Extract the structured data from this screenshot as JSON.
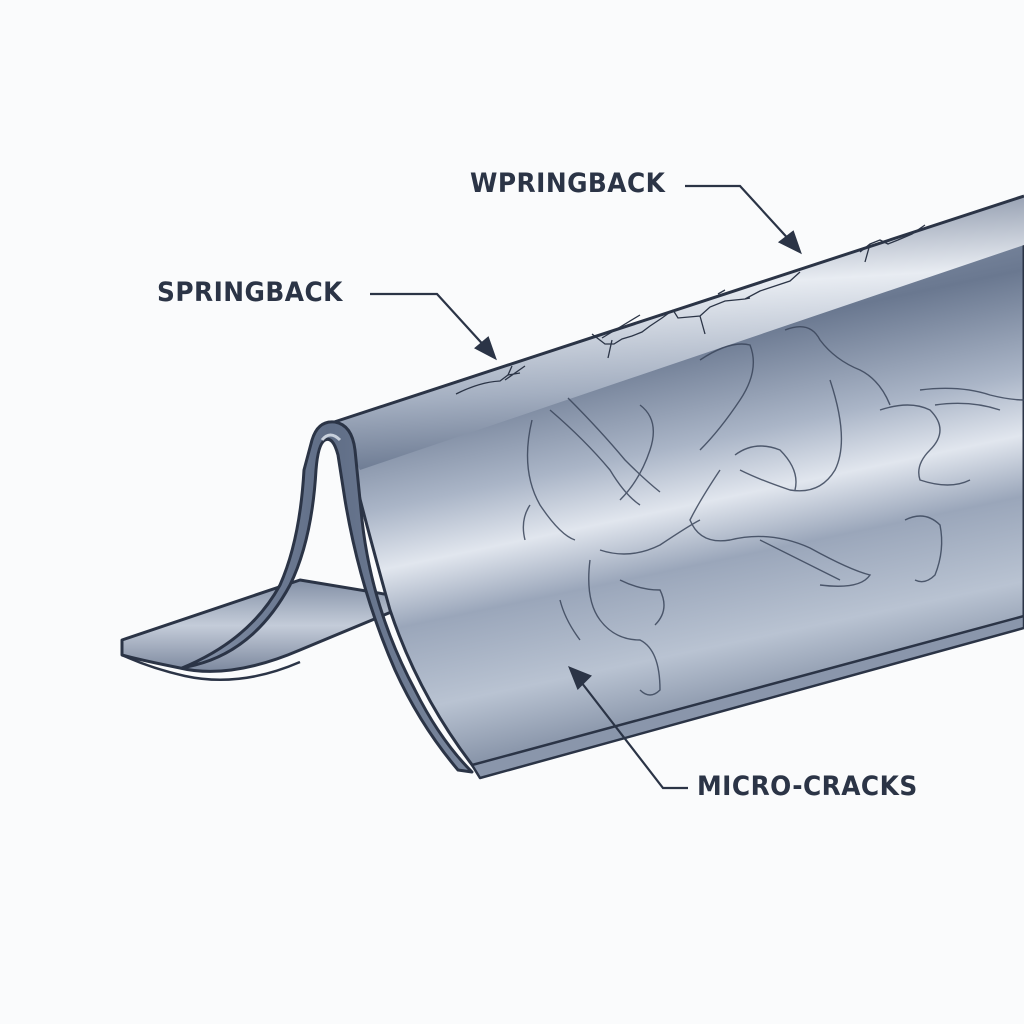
{
  "diagram": {
    "subject": "bent sheet-metal profile with surface defects",
    "labels": {
      "top_right": "WPRINGBACK",
      "top_left": "SPRINGBACK",
      "bottom_right": "MICRO-CRACKS"
    },
    "colors": {
      "background": "#fafbfc",
      "metal_dark": "#5f6d86",
      "metal_mid": "#8c99b0",
      "metal_light": "#d3dae6",
      "outline": "#2b3446",
      "label_text": "#2b3446"
    }
  }
}
